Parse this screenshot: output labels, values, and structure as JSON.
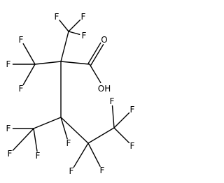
{
  "molecule": {
    "atoms": [
      {
        "id": "C_cf3_top",
        "label": ""
      },
      {
        "id": "C_quat",
        "label": ""
      },
      {
        "id": "C_cf3_left",
        "label": ""
      },
      {
        "id": "C_acid",
        "label": ""
      },
      {
        "id": "O_carbonyl",
        "label": "O"
      },
      {
        "id": "O_hydroxyl",
        "label": "OH"
      },
      {
        "id": "C_ch",
        "label": ""
      },
      {
        "id": "C_cf3_bottom",
        "label": ""
      },
      {
        "id": "C_cf2",
        "label": ""
      },
      {
        "id": "C_cf3_right",
        "label": ""
      },
      {
        "id": "F1",
        "label": "F"
      },
      {
        "id": "F2",
        "label": "F"
      },
      {
        "id": "F3",
        "label": "F"
      },
      {
        "id": "F4",
        "label": "F"
      },
      {
        "id": "F5",
        "label": "F"
      },
      {
        "id": "F6",
        "label": "F"
      },
      {
        "id": "F7",
        "label": "F"
      },
      {
        "id": "F8",
        "label": "F"
      },
      {
        "id": "F9",
        "label": "F"
      },
      {
        "id": "F10",
        "label": "F"
      },
      {
        "id": "F11",
        "label": "F"
      },
      {
        "id": "F12",
        "label": "F"
      },
      {
        "id": "F13",
        "label": "F"
      },
      {
        "id": "F14",
        "label": "F"
      },
      {
        "id": "F15",
        "label": "F"
      }
    ],
    "bonds": [
      {
        "from": "C_quat",
        "to": "C_cf3_top",
        "order": 1
      },
      {
        "from": "C_quat",
        "to": "C_cf3_left",
        "order": 1
      },
      {
        "from": "C_quat",
        "to": "C_acid",
        "order": 1
      },
      {
        "from": "C_quat",
        "to": "C_ch",
        "order": 1
      },
      {
        "from": "C_acid",
        "to": "O_carbonyl",
        "order": 2
      },
      {
        "from": "C_acid",
        "to": "O_hydroxyl",
        "order": 1
      },
      {
        "from": "C_cf3_top",
        "to": "F1",
        "order": 1
      },
      {
        "from": "C_cf3_top",
        "to": "F2",
        "order": 1
      },
      {
        "from": "C_cf3_top",
        "to": "F3",
        "order": 1
      },
      {
        "from": "C_cf3_left",
        "to": "F4",
        "order": 1
      },
      {
        "from": "C_cf3_left",
        "to": "F5",
        "order": 1
      },
      {
        "from": "C_cf3_left",
        "to": "F6",
        "order": 1
      },
      {
        "from": "C_ch",
        "to": "C_cf3_bottom",
        "order": 1
      },
      {
        "from": "C_ch",
        "to": "C_cf2",
        "order": 1
      },
      {
        "from": "C_ch",
        "to": "F7",
        "order": 1
      },
      {
        "from": "C_cf3_bottom",
        "to": "F8",
        "order": 1
      },
      {
        "from": "C_cf3_bottom",
        "to": "F9",
        "order": 1
      },
      {
        "from": "C_cf3_bottom",
        "to": "F10",
        "order": 1
      },
      {
        "from": "C_cf2",
        "to": "C_cf3_right",
        "order": 1
      },
      {
        "from": "C_cf2",
        "to": "F11",
        "order": 1
      },
      {
        "from": "C_cf2",
        "to": "F12",
        "order": 1
      },
      {
        "from": "C_cf3_right",
        "to": "F13",
        "order": 1
      },
      {
        "from": "C_cf3_right",
        "to": "F14",
        "order": 1
      },
      {
        "from": "C_cf3_right",
        "to": "F15",
        "order": 1
      }
    ]
  }
}
